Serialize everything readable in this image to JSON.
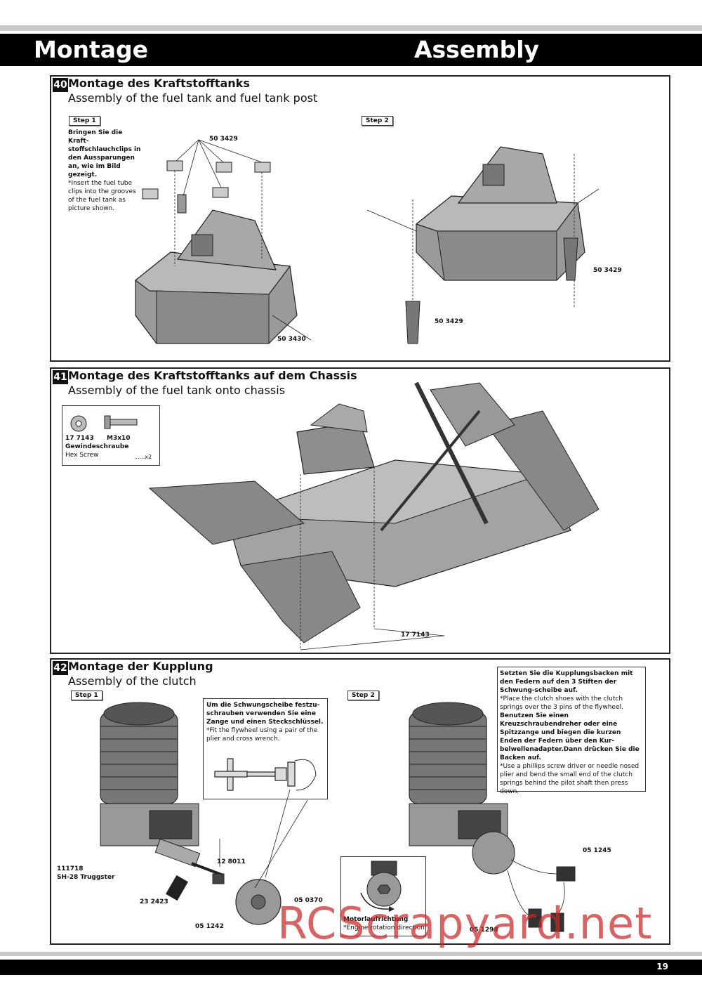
{
  "header": {
    "title_de": "Montage",
    "title_en": "Assembly"
  },
  "sections": [
    {
      "number": "40",
      "title": "Montage des Kraftstofftanks",
      "subtitle": "Assembly of the fuel tank and fuel tank post",
      "steps": [
        "Step 1",
        "Step 2"
      ],
      "note_de": "Bringen Sie die Kraft-stoffschlauchclips in den Aussparungen an, wie im Bild gezeigt.",
      "note_en": "*Insert the fuel tube clips into the grooves of the fuel tank as picture shown.",
      "callouts": [
        "50 3429",
        "50 3430",
        "50 3429",
        "50 3429"
      ]
    },
    {
      "number": "41",
      "title": "Montage des Kraftstofftanks auf dem Chassis",
      "subtitle": "Assembly of the fuel tank onto chassis",
      "part": {
        "number": "17 7143",
        "size": "M3x10",
        "name_de": "Gewindeschraube",
        "name_en": "Hex Screw",
        "qty": "......x2"
      },
      "callouts": [
        "17 7143"
      ]
    },
    {
      "number": "42",
      "title": "Montage der Kupplung",
      "subtitle": "Assembly of the clutch",
      "steps": [
        "Step 1",
        "Step 2"
      ],
      "tip_de": "Um die Schwungscheibe festzu-schrauben verwenden Sie eine Zange und einen Steckschlüssel.",
      "tip_en": "*Fit the flywheel using a pair of the plier and cross wrench.",
      "note1_de": "Setzten Sie die Kupplungsbacken mit den Federn auf den 3 Stiften der Schwung-scheibe auf.",
      "note1_en": "*Place the clutch shoes with the clutch springs over the 3 pins of the flywheel.",
      "note2_de": "Benutzen Sie einen Kreuzschraubendreher oder eine Spitzzange und biegen die kurzen Enden der Federn über den Kur-belwellenadapter.Dann drücken Sie die Backen auf.",
      "note2_en": "*Use a phillips screw driver or needle nosed plier and bend the small end of the clutch springs behind the pilot shaft then press down.",
      "engine_code": "111718",
      "engine_name": "SH-28 Truggster",
      "callouts": [
        "12 8011",
        "23 2423",
        "05 0370",
        "05 1242",
        "05 1245",
        "05 1298"
      ],
      "rotation_de": "Motorlaufrichtung",
      "rotation_en": "*Engine rotation direction"
    }
  ],
  "footer": {
    "page": "19",
    "watermark": "RCScrapyard.net"
  }
}
